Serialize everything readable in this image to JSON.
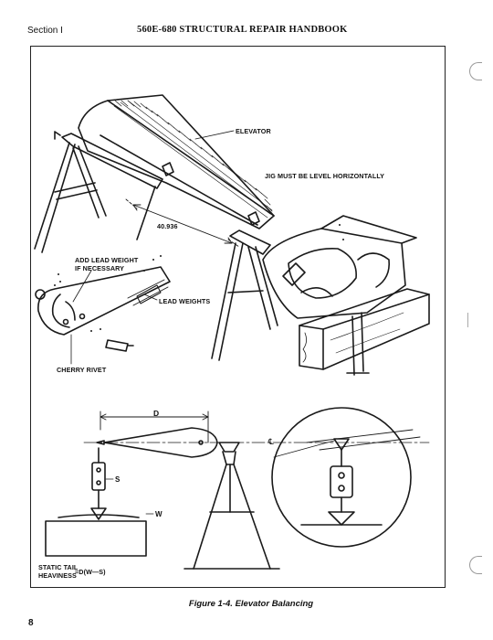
{
  "header": {
    "section": "Section I",
    "title": "560E-680 STRUCTURAL REPAIR HANDBOOK"
  },
  "figure": {
    "labels": {
      "elevator": "ELEVATOR",
      "jig_level": "JIG MUST BE LEVEL HORIZONTALLY",
      "dimension": "40.936",
      "add_lead_weight_1": "ADD LEAD WEIGHT",
      "add_lead_weight_2": "IF NECESSARY",
      "lead_weights": "LEAD WEIGHTS",
      "cherry_rivet": "CHERRY RIVET",
      "d": "D",
      "s": "S",
      "w": "W",
      "centerline": "℄",
      "formula_1": "STATIC TAIL",
      "formula_2": "HEAVINESS",
      "formula_3": "=D(W—S)"
    },
    "caption": "Figure 1-4.  Elevator Balancing"
  },
  "footer": {
    "page_number": "8"
  }
}
